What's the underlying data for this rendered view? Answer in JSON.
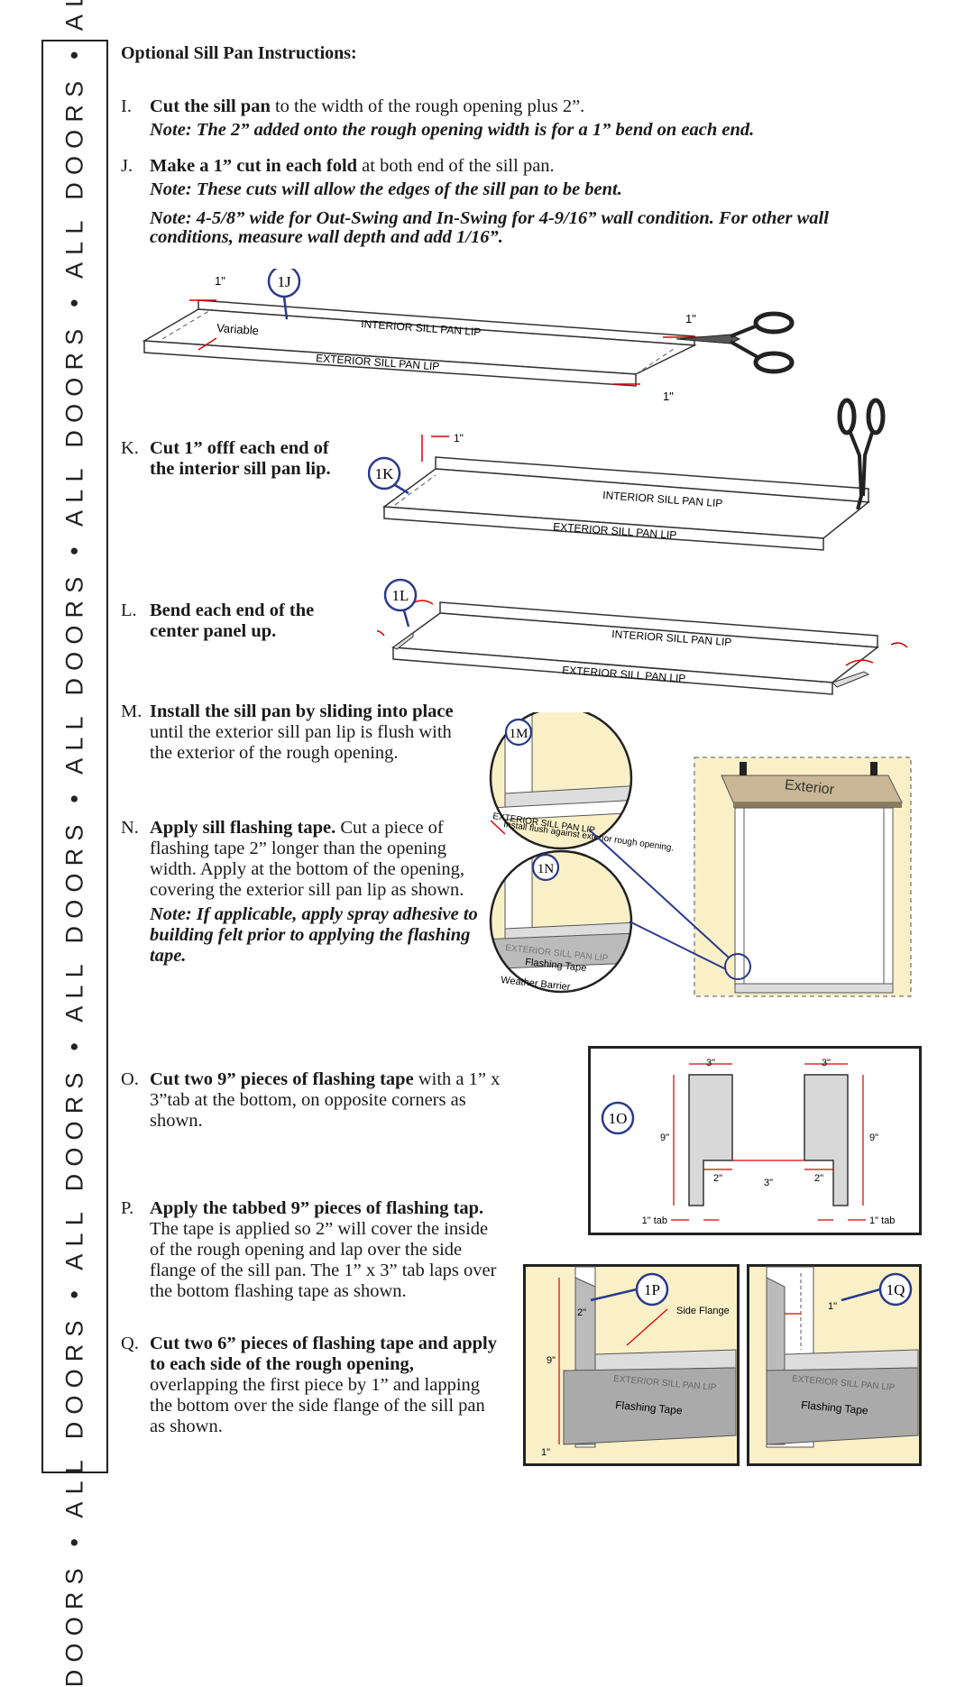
{
  "side_bar": {
    "text": "DOORS • ALL DOORS • ALL DOORS • ALL DOORS • ALL DOORS • ALL DOORS • ALL DOORS • ALL DOORS"
  },
  "title": "Optional Sill Pan Instructions:",
  "steps": {
    "I": {
      "letter": "I.",
      "bold": "Cut the sill pan",
      "text": " to the width of the rough opening plus 2”.",
      "note": "Note: The 2” added onto the rough opening width is for a 1” bend on each end."
    },
    "J": {
      "letter": "J.",
      "bold": "Make a 1” cut in each fold",
      "text": " at both end of the sill pan.",
      "note1": "Note: These cuts will allow the edges of the sill pan to be bent.",
      "note2": "Note: 4-5/8” wide for Out-Swing and In-Swing for 4-9/16” wall condition. For other wall conditions, measure wall depth and add 1/16”."
    },
    "K": {
      "letter": "K.",
      "bold": "Cut 1” offf each end of the interior sill pan lip."
    },
    "L": {
      "letter": "L.",
      "bold": "Bend each end of the center panel up."
    },
    "M": {
      "letter": "M.",
      "bold": "Install the sill pan by sliding into place",
      "text": " until the exterior sill pan lip is flush with the exterior of the rough opening."
    },
    "N": {
      "letter": "N.",
      "bold": "Apply sill flashing tape.",
      "text": " Cut a piece of flashing tape 2” longer than the opening width. Apply at the bottom of the opening, covering the exterior sill pan lip as shown.",
      "note": "Note: If applicable, apply spray adhesive to building felt prior to applying the flashing tape."
    },
    "O": {
      "letter": "O.",
      "bold": "Cut two 9” pieces of flashing tape",
      "text": " with a 1” x 3”tab at the bottom, on opposite corners as shown."
    },
    "P": {
      "letter": "P.",
      "bold": "Apply the tabbed 9” pieces of flashing tap.",
      "text": " The tape is applied so 2” will cover the inside of the rough opening and lap over the side flange of the sill pan. The 1” x 3” tab laps over the bottom flashing tape as shown."
    },
    "Q": {
      "letter": "Q.",
      "bold": "Cut two 6” pieces of flashing tape and apply to each side of the rough opening,",
      "text": " overlapping the first piece by 1” and lapping the bottom over the side flange of the sill pan as shown."
    }
  },
  "figures": {
    "1J": {
      "tag": "1J",
      "interior": "INTERIOR SILL PAN LIP",
      "exterior": "EXTERIOR SILL PAN LIP",
      "variable": "Variable",
      "dim": "1\""
    },
    "1K": {
      "tag": "1K",
      "interior": "INTERIOR SILL PAN LIP",
      "exterior": "EXTERIOR SILL PAN LIP",
      "dim": "1\""
    },
    "1L": {
      "tag": "1L",
      "interior": "INTERIOR SILL PAN LIP",
      "exterior": "EXTERIOR SILL PAN LIP"
    },
    "1M": {
      "tag": "1M",
      "lip": "EXTERIOR SILL PAN LIP",
      "note": "Install flush against exterior rough opening."
    },
    "1N": {
      "tag": "1N",
      "lip": "EXTERIOR SILL PAN LIP",
      "tape": "Flashing Tape",
      "barrier": "Weather Barrier"
    },
    "exterior_label": "Exterior",
    "1O": {
      "tag": "1O",
      "w3": "3\"",
      "h9": "9\"",
      "d2": "2\"",
      "d3": "3\"",
      "tab": "1\" tab"
    },
    "1P": {
      "tag": "1P",
      "d2": "2\"",
      "d9": "9\"",
      "d1": "1\"",
      "flange": "Side Flange",
      "lip": "EXTERIOR SILL PAN LIP",
      "tape": "Flashing Tape"
    },
    "1Q": {
      "tag": "1Q",
      "d1": "1\"",
      "lip": "EXTERIOR SILL PAN LIP",
      "tape": "Flashing Tape"
    }
  }
}
